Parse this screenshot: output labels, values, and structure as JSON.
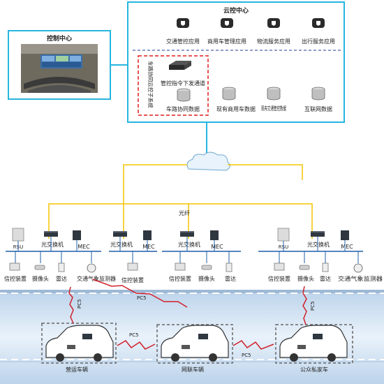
{
  "cloud_center": {
    "title": "云控中心",
    "apps": [
      "交通管控应用",
      "商用车管理应用",
      "物流服务应用",
      "出行服务应用"
    ],
    "subsystem_label": "车路协同云控子系统",
    "command_label": "管控指令下发通道",
    "databases": [
      "车路协同数据",
      "现有商用车数据",
      "现有交通管控数据",
      "互联网数据"
    ]
  },
  "control_center": {
    "title": "控制中心"
  },
  "fiber_label": "光纤",
  "roadside_groups": [
    {
      "rsu": "RSU",
      "switch": "光交换机",
      "mec": "MEC",
      "devices": [
        "信控装置",
        "摄像头",
        "雷达",
        "交通气象监测器"
      ]
    },
    {
      "switch": "光交换机",
      "mec": "MEC",
      "devices": [
        "信控装置"
      ]
    },
    {
      "switch": "光交换机",
      "mec": "MEC",
      "devices": [
        "信控装置",
        "摄像头",
        "雷达"
      ]
    },
    {
      "rsu": "RSU",
      "switch": "光交换机",
      "mec": "MEC",
      "devices": [
        "信控装置",
        "摄像头",
        "雷达",
        "交通气象监测器"
      ]
    }
  ],
  "links": {
    "pc5": "PC5"
  },
  "vehicles": [
    "营运车辆",
    "网联车辆",
    "公众私家车"
  ],
  "colors": {
    "cloud_border": "#27b5e0",
    "fiber": "#f5c400",
    "dash_red": "#e21b1b",
    "dash_blue": "#1f3a93",
    "road": "#d8e7f5",
    "road_edge": "#8aa8c8"
  }
}
